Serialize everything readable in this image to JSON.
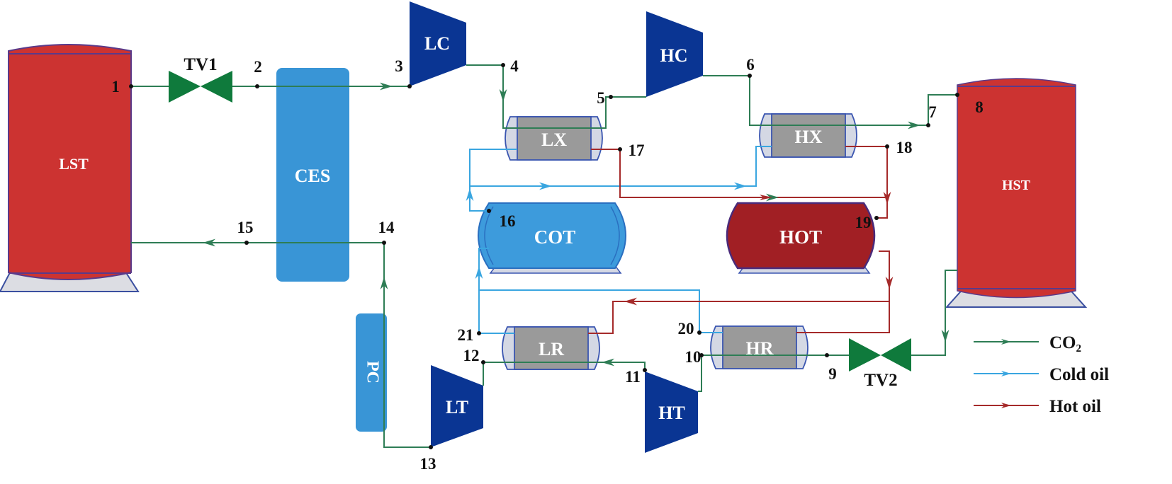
{
  "diagram": {
    "colors": {
      "co2": "#2e7d55",
      "cold_oil": "#3aa6e0",
      "hot_oil": "#a52a2a",
      "tank_red": "#cc3331",
      "tank_dark_red": "#a11f24",
      "tank_blue": "#3995d6",
      "turbo_blue": "#0a3593",
      "exchanger_gray": "#9a9a9a",
      "valve_green": "#0f7a3c"
    },
    "components": {
      "lst": "LST",
      "hst": "HST",
      "ces": "CES",
      "pc": "PC",
      "lc": "LC",
      "hc": "HC",
      "lt": "LT",
      "ht": "HT",
      "lx": "LX",
      "hx": "HX",
      "lr": "LR",
      "hr": "HR",
      "cot": "COT",
      "hot": "HOT",
      "tv1": "TV1",
      "tv2": "TV2"
    },
    "state_points": [
      "1",
      "2",
      "3",
      "4",
      "5",
      "6",
      "7",
      "8",
      "9",
      "10",
      "11",
      "12",
      "13",
      "14",
      "15",
      "16",
      "17",
      "18",
      "19",
      "20",
      "21"
    ],
    "legend": [
      {
        "label": "CO₂",
        "stream": "co2"
      },
      {
        "label": "Cold oil",
        "stream": "cold_oil"
      },
      {
        "label": "Hot oil",
        "stream": "hot_oil"
      }
    ]
  }
}
